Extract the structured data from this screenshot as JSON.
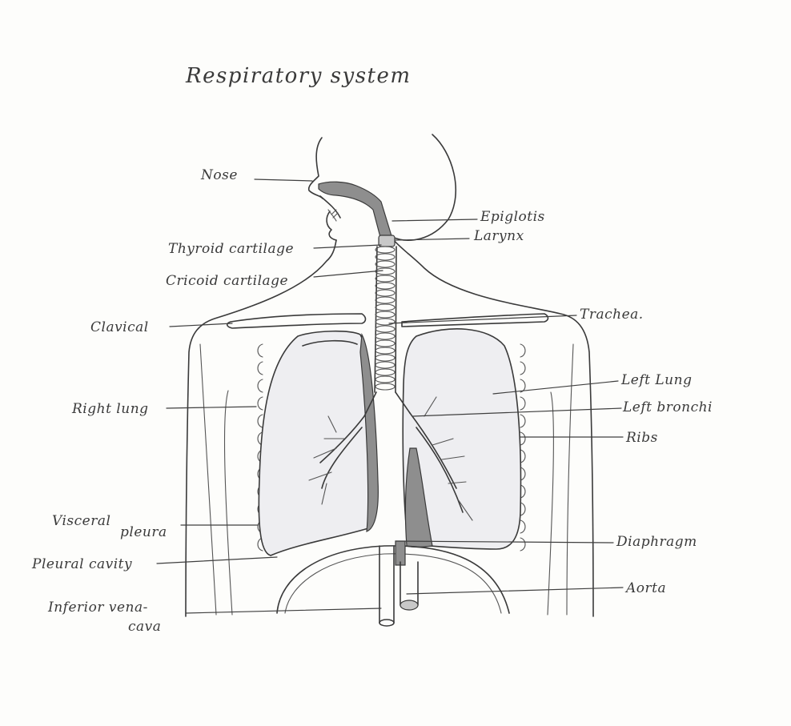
{
  "title": "Respiratory system",
  "labels": {
    "nose": "Nose",
    "epiglottis": "Epiglotis",
    "larynx": "Larynx",
    "thyroid_cartilage": "Thyroid cartilage",
    "cricoid_cartilage": "Cricoid cartilage",
    "clavical": "Clavical",
    "trachea": "Trachea.",
    "left_lung": "Left Lung",
    "right_lung": "Right lung",
    "left_bronchi": "Left bronchi",
    "ribs": "Ribs",
    "visceral_pleura_1": "Visceral",
    "visceral_pleura_2": "pleura",
    "pleural_cavity": "Pleural cavity",
    "diaphragm": "Diaphragm",
    "aorta": "Aorta",
    "inferior_vena_cava_1": "Inferior vena-",
    "inferior_vena_cava_2": "cava"
  },
  "colors": {
    "pencil": "#3a3a3a",
    "paper": "#fdfdfb",
    "shading": "#8e8e8e"
  }
}
